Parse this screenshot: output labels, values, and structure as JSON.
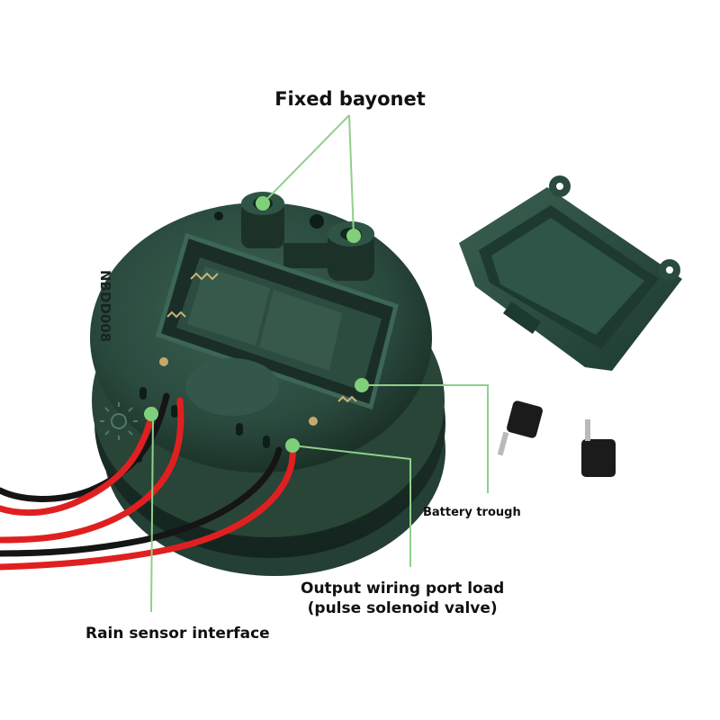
{
  "image": {
    "labels": {
      "fixed_bayonet": "Fixed bayonet",
      "battery_trough": "Battery trough",
      "output_line1": "Output wiring port load",
      "output_line2": "(pulse solenoid valve)",
      "rain_sensor": "Rain sensor interface"
    },
    "device_text": {
      "model": "NBDD008"
    },
    "colors": {
      "body": "#2a4a3e",
      "body_dark": "#1c3229",
      "body_light": "#3b6152",
      "leader_line": "#8fd08a",
      "marker_dot": "#7fd079",
      "wire_red": "#e02020",
      "wire_black": "#151515"
    }
  }
}
